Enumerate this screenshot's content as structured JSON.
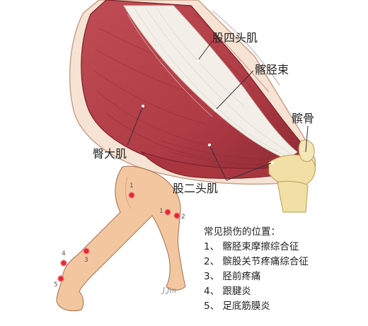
{
  "labels": {
    "quadriceps": "股四头肌",
    "it_band": "髂胫束",
    "patella": "髌骨",
    "gluteus_maximus": "臀大肌",
    "biceps_femoris": "股二头肌"
  },
  "markers": [
    "1",
    "1",
    "2",
    "3",
    "4",
    "5"
  ],
  "legend": {
    "title": "常见损伤的位置：",
    "items": [
      "1、 髂胫束摩擦综合征",
      "2、 髌股关节疼痛综合征",
      "3、 胫前疼痛",
      "4、 跟腱炎",
      "5、 足底筋膜炎"
    ]
  },
  "signature": "J.Jin",
  "colors": {
    "muscle": "#b8424c",
    "muscle_light": "#d0707a",
    "tendon": "#f3efe8",
    "bone": "#f1dfa6",
    "skin": "#f2c7a0",
    "skin_outline": "#b07f60",
    "marker": "#e8242f"
  }
}
